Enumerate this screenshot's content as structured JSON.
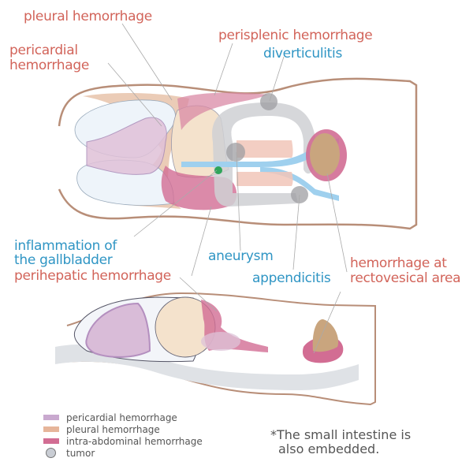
{
  "labels": {
    "pleural_hemorrhage": "pleural hemorrhage",
    "pericardial_hemorrhage_line1": "pericardial",
    "pericardial_hemorrhage_line2": "hemorrhage",
    "perisplenic_hemorrhage": "perisplenic hemorrhage",
    "diverticulitis": "diverticulitis",
    "gallbladder_line1": "inflammation of",
    "gallbladder_line2": "the gallbladder",
    "perihepatic_hemorrhage": "perihepatic hemorrhage",
    "aneurysm": "aneurysm",
    "appendicitis": "appendicitis",
    "rectovesical_line1": "hemorrhage at",
    "rectovesical_line2": "rectovesical area"
  },
  "legend": {
    "items": [
      {
        "label": "pericardial hemorrhage",
        "color": "#c9a9cf"
      },
      {
        "label": "pleural hemorrhage",
        "color": "#e6b59a"
      },
      {
        "label": "intra-abdominal hemorrhage",
        "color": "#d26d93"
      },
      {
        "label": "tumor",
        "color": "#c9cdd4"
      }
    ]
  },
  "note": {
    "line1": "*The small intestine is",
    "line2": "also embedded."
  },
  "colors": {
    "hemorrhage_label": "#d2645a",
    "disease_label": "#2f95c4",
    "body_outline": "#b88e78"
  }
}
